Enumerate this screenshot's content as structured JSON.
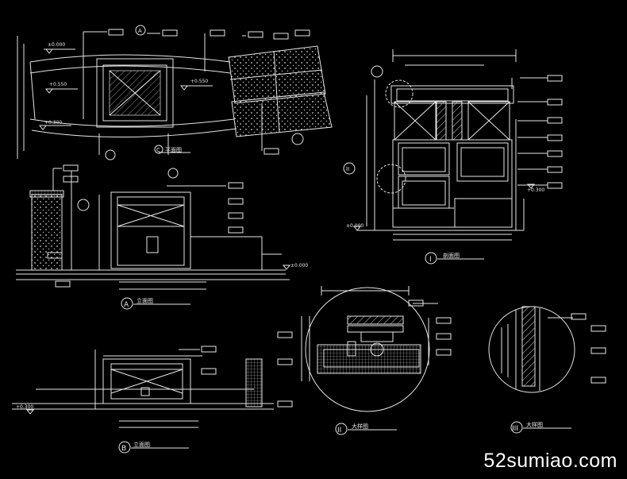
{
  "watermark": "52sumiao.com",
  "plan": {
    "title": "平面图",
    "symbol_letter": "C",
    "top_symbol_letter": "A",
    "elev_left_top": "±0.000",
    "elev_left_mid": "+0.550",
    "elev_mid_right": "+0.550",
    "elev_left_bottom": "+0.300"
  },
  "elev_a": {
    "letter": "A",
    "title": "立面图",
    "elev_right": "±0.000"
  },
  "elev_b": {
    "letter": "B",
    "title": "立面图",
    "elev_left": "+0.300"
  },
  "section_i": {
    "numeral": "I",
    "title": "剖面图",
    "elev_left": "±0.000",
    "elev_right": "+0.300",
    "callout_numeral": "II"
  },
  "detail_ii": {
    "numeral": "II",
    "title": "大样图"
  },
  "detail_iii": {
    "numeral": "III",
    "title": "大样图"
  },
  "colors": {
    "background": "#000000",
    "line": "#e6e6e6",
    "text": "#e8e8e8"
  }
}
